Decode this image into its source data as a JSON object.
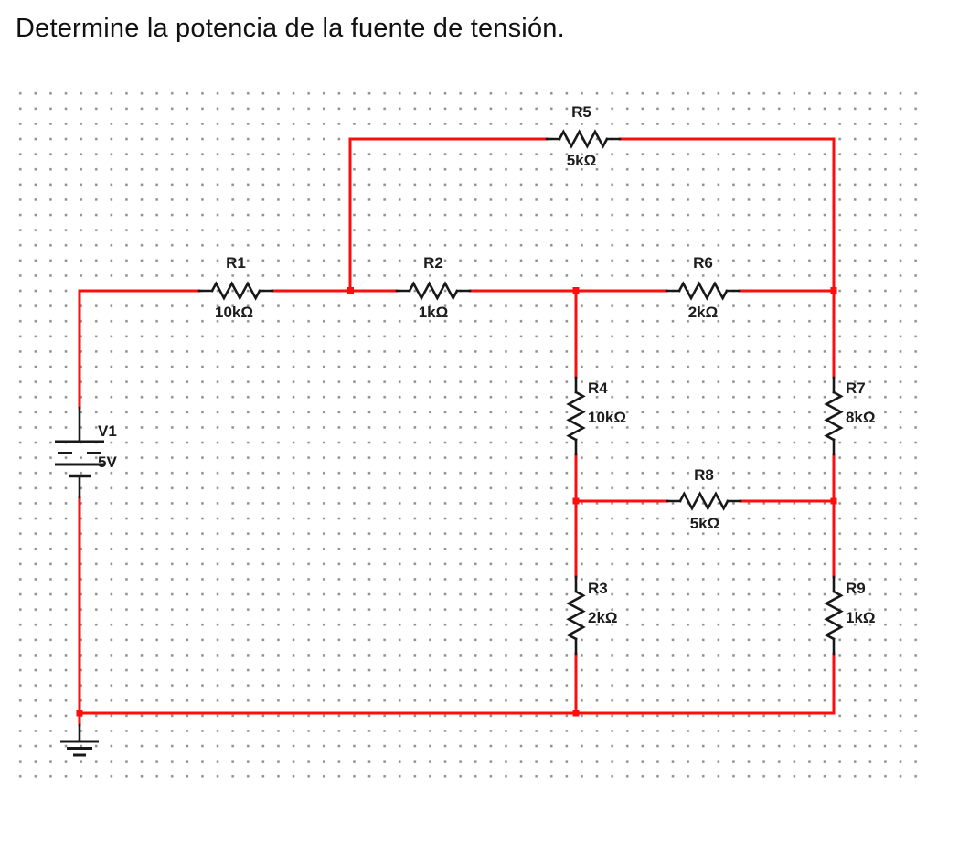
{
  "title": "Determine la potencia de la fuente de tensión.",
  "circuit": {
    "source": {
      "name": "V1",
      "value": "5V"
    },
    "resistors": [
      {
        "name": "R1",
        "value": "10kΩ"
      },
      {
        "name": "R2",
        "value": "1kΩ"
      },
      {
        "name": "R3",
        "value": "2kΩ"
      },
      {
        "name": "R4",
        "value": "10kΩ"
      },
      {
        "name": "R5",
        "value": "5kΩ"
      },
      {
        "name": "R6",
        "value": "2kΩ"
      },
      {
        "name": "R7",
        "value": "8kΩ"
      },
      {
        "name": "R8",
        "value": "5kΩ"
      },
      {
        "name": "R9",
        "value": "1kΩ"
      }
    ],
    "colors": {
      "wire": "#fd0d0d",
      "component": "#181818",
      "grid_dot": "#8d8d8d"
    }
  }
}
